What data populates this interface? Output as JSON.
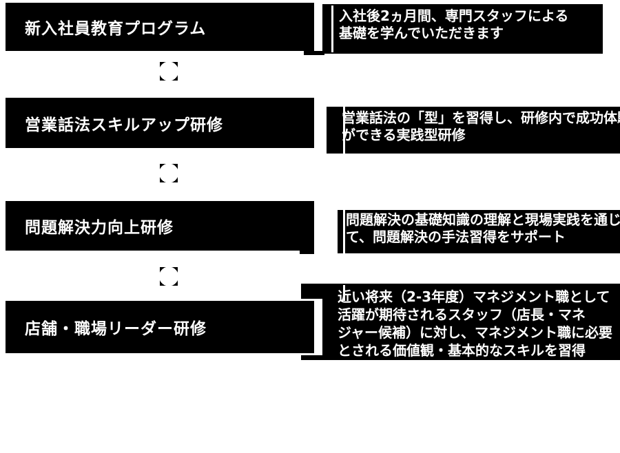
{
  "page": {
    "background_color": "#ffffff",
    "box_color": "#000000",
    "text_color": "#ffffff",
    "connector_icon": "circle-in-square"
  },
  "rows": [
    {
      "title": "新入社員教育プログラム",
      "description": "入社後2ヵ月間、専門スタッフによる基礎を学んでいただきます",
      "description_lines": [
        "入社後2ヵ月間、専門スタッフによる",
        "基礎を学んでいただきます"
      ]
    },
    {
      "title": "営業話法スキルアップ研修",
      "description": "営業話法の「型」を習得し、研修内で成功体験ができる実践型研修",
      "description_lines": [
        "営業話法の「型」を習得し、研修内で成功体験",
        "ができる実践型研修"
      ]
    },
    {
      "title": "問題解決力向上研修",
      "description": "問題解決の基礎知識の理解と現場実践を通じて、問題解決の手法習得をサポート",
      "description_lines": [
        "問題解決の基礎知識の理解と現場実践を通じ",
        "て、問題解決の手法習得をサポート"
      ]
    },
    {
      "title": "店舗・職場リーダー研修",
      "description": "近い将来（2-3年度）マネジメント職として活躍が期待されるスタッフ（店長・マネジャー候補）に対し、マネジメント職に必要とされる価値観・基本的なスキルを習得",
      "description_lines": [
        "近い将来（2-3年度）マネジメント職として",
        "活躍が期待されるスタッフ（店長・マネ",
        "ジャー候補）に対し、マネジメント職に必要",
        "とされる価値観・基本的なスキルを習得"
      ]
    }
  ]
}
